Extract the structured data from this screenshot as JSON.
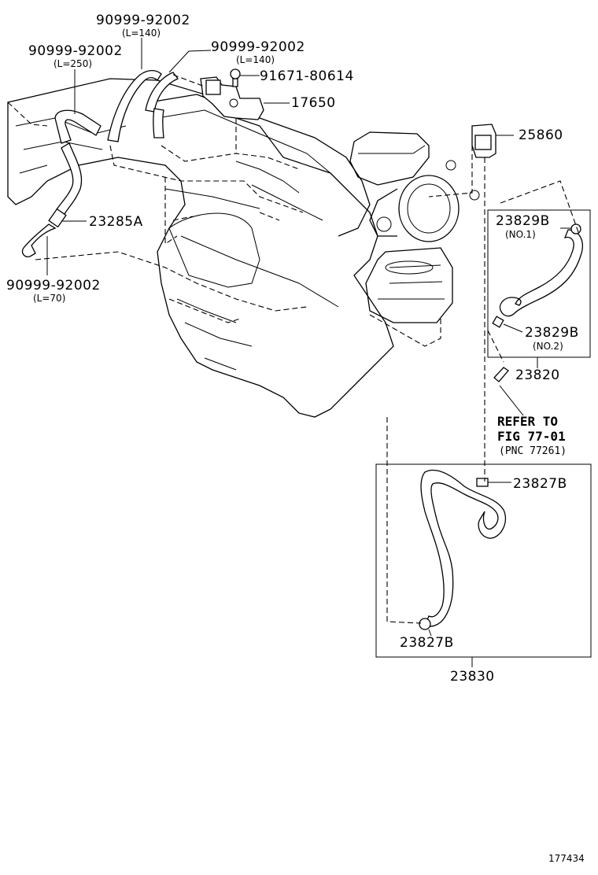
{
  "labels": {
    "hose_140_a": {
      "part": "90999-92002",
      "len": "(L=140)"
    },
    "hose_250": {
      "part": "90999-92002",
      "len": "(L=250)"
    },
    "hose_140_b": {
      "part": "90999-92002",
      "len": "(L=140)"
    },
    "bolt": {
      "part": "91671-80614"
    },
    "vsv": {
      "part": "17650"
    },
    "valve": {
      "part": "25860"
    },
    "check": {
      "part": "23285A"
    },
    "hose_70": {
      "part": "90999-92002",
      "len": "(L=70)"
    },
    "clip_no1": {
      "part": "23829B",
      "note": "(NO.1)"
    },
    "clip_no2": {
      "part": "23829B",
      "note": "(NO.2)"
    },
    "hose_23820": {
      "part": "23820"
    },
    "refer": {
      "line1": "REFER TO",
      "line2": "FIG 77-01",
      "line3": "(PNC 77261)"
    },
    "clamp_top": {
      "part": "23827B"
    },
    "clamp_bot": {
      "part": "23827B"
    },
    "hose_assy": {
      "part": "23830"
    }
  },
  "figure_number": "177434"
}
